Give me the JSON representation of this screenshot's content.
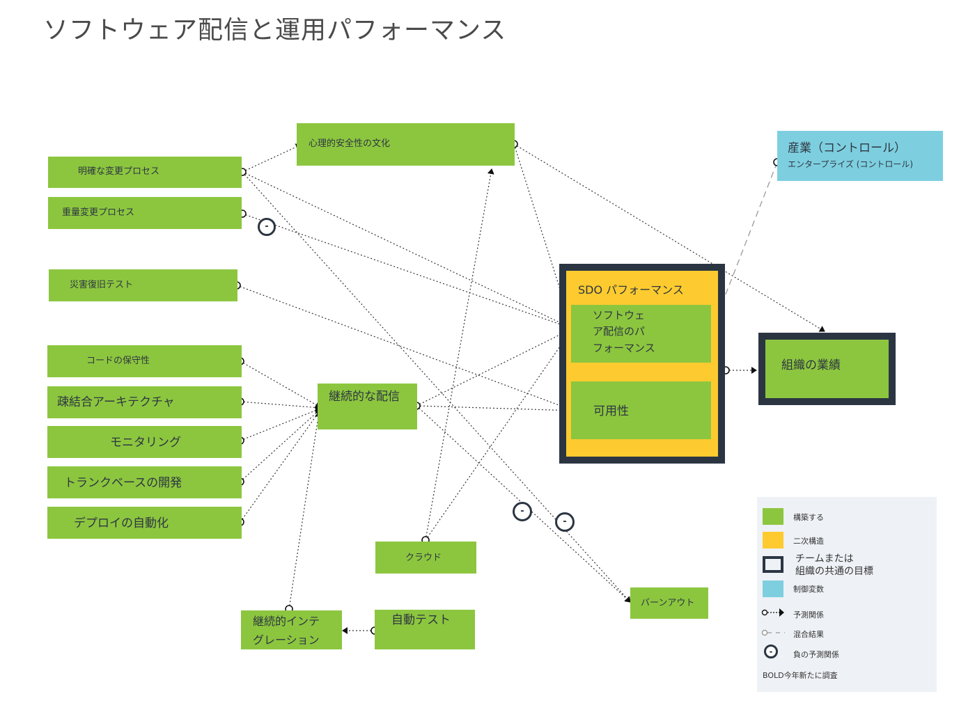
{
  "title": "ソフトウェア配信と運用パフォーマンス",
  "boxes": {
    "clear_change": "明確な変更プロセス",
    "heavy_change": "重量変更プロセス",
    "dr_test": "災害復旧テスト",
    "code_maint": "コードの保守性",
    "loose_arch": "疎結合アーキテクチャ",
    "monitoring": "モニタリング",
    "trunk": "トランクベースの開発",
    "deploy_auto": "デプロイの自動化",
    "psych": "心理的安全性の文化",
    "cd": "継続的な配信",
    "cloud": "クラウド",
    "ci_line1": "継続的インテ",
    "ci_line2": "グレーション",
    "auto_test": "自動テスト",
    "burnout": "バーンアウト",
    "sdo": "SDO パフォーマンス",
    "sw_line1": "ソフトウェ",
    "sw_line2": "ア配信のパ",
    "sw_line3": "フォーマンス",
    "availability": "可用性",
    "org": "組織の業績",
    "industry": "産業（コントロール）",
    "enterprise": "エンタープライズ (コントロール)"
  },
  "legend": {
    "build": "構築する",
    "secondary": "二次構造",
    "goal_line1": "チームまたは",
    "goal_line2": "組織の共通の目標",
    "control_var": "制御変数",
    "predictive": "予測関係",
    "mixed": "混合結果",
    "negative": "負の予測関係",
    "bold_note": "BOLD今年新たに調査",
    "neg_symbol": "-"
  },
  "colors": {
    "construct_green": "#8cc63f",
    "secondary_yellow": "#fdcb2f",
    "goal_border": "#2b3542",
    "control_blue": "#7dcfe0",
    "legend_bg": "#eef1f5"
  }
}
